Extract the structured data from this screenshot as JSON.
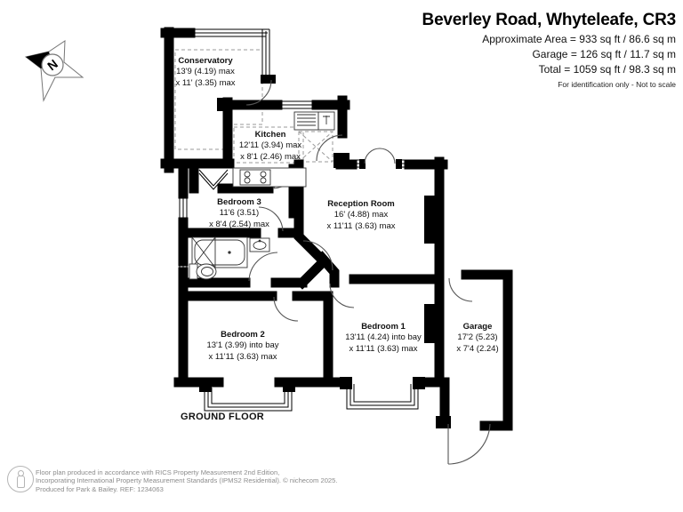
{
  "header": {
    "title": "Beverley Road, Whyteleafe, CR3",
    "area_line_1": "Approximate Area = 933 sq ft / 86.6 sq m",
    "area_line_2": "Garage = 126 sq ft / 11.7 sq m",
    "area_line_3": "Total = 1059 sq ft / 98.3 sq m",
    "disclaimer": "For identification only - Not to scale"
  },
  "compass": {
    "north_label": "N"
  },
  "floor": {
    "label": "GROUND FLOOR"
  },
  "rooms": [
    {
      "name": "Conservatory",
      "dim1": "13'9 (4.19) max",
      "dim2": "x 11' (3.35) max"
    },
    {
      "name": "Kitchen",
      "dim1": "12'11 (3.94) max",
      "dim2": "x 8'1 (2.46) max"
    },
    {
      "name": "Bedroom 3",
      "dim1": "11'6 (3.51)",
      "dim2": "x 8'4 (2.54) max"
    },
    {
      "name": "Reception Room",
      "dim1": "16' (4.88) max",
      "dim2": "x 11'11 (3.63) max"
    },
    {
      "name": "Bedroom 2",
      "dim1": "13'1 (3.99) into bay",
      "dim2": "x 11'11 (3.63) max"
    },
    {
      "name": "Bedroom 1",
      "dim1": "13'11 (4.24) into bay",
      "dim2": "x 11'11 (3.63) max"
    },
    {
      "name": "Garage",
      "dim1": "17'2 (5.23)",
      "dim2": "x 7'4 (2.24)"
    }
  ],
  "footer": {
    "line1": "Floor plan produced in accordance with RICS Property Measurement 2nd Edition,",
    "line2": "Incorporating International Property Measurement Standards (IPMS2 Residential).  © nichecom 2025.",
    "line3": "Produced for Park & Bailey.   REF: 1234063"
  },
  "colors": {
    "wall": "#000000",
    "arc": "#555555",
    "dashed": "#9a9a9a",
    "footer_text": "#8c8c8c"
  }
}
